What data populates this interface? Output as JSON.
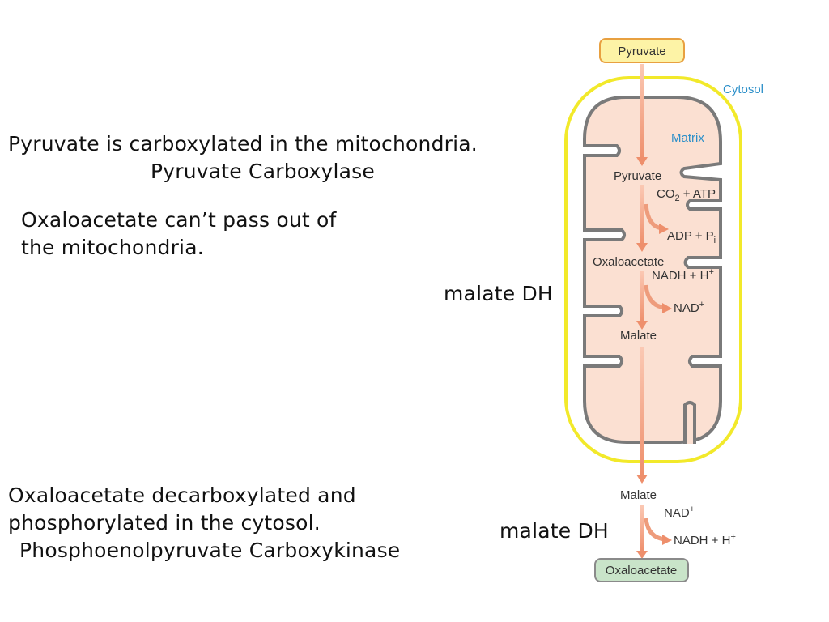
{
  "texts": {
    "line1": "Pyruvate is carboxylated in the mitochondria.",
    "line2": "Pyruvate Carboxylase",
    "line3": "Oxaloacetate can’t pass out of",
    "line4": "the mitochondria.",
    "line5": "Oxaloacetate decarboxylated and",
    "line6": "phosphorylated in the cytosol.",
    "line7": "Phosphoenolpyruvate Carboxykinase",
    "malate_dh_1": "malate DH",
    "malate_dh_2": "malate DH"
  },
  "diagram": {
    "top_box": "Pyruvate",
    "cytosol": "Cytosol",
    "matrix": "Matrix",
    "pyruvate": "Pyruvate",
    "co2": "CO",
    "co2_sub": "2",
    "atp": " + ATP",
    "adp": "ADP + P",
    "pi_sub": "i",
    "oxaloacetate_inner": "Oxaloacetate",
    "nadh_in": "NADH + H",
    "nadh_in_sup": "+",
    "nad_in": "NAD",
    "nad_in_sup": "+",
    "malate_inner": "Malate",
    "malate_outer": "Malate",
    "nad_out": "NAD",
    "nad_out_sup": "+",
    "nadh_out": "NADH + H",
    "nadh_out_sup": "+",
    "bottom_box": "Oxaloacetate",
    "colors": {
      "top_box_fill": "#fdf3a6",
      "top_box_stroke": "#e8a040",
      "bottom_box_fill": "#c9e4c9",
      "bottom_box_stroke": "#8a8a8a",
      "outer_membrane": "#f2e92a",
      "inner_fill": "#fbe0d2",
      "inner_stroke": "#7a7a7a",
      "arrow": "#ee9c7c",
      "label_blue": "#2b8fc9"
    }
  }
}
